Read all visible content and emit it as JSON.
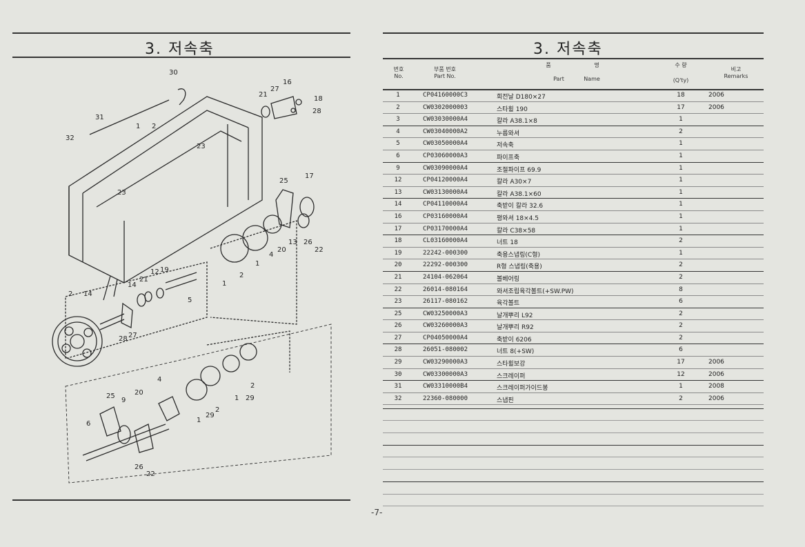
{
  "left": {
    "title": "3. 저속축",
    "callouts": [
      "30",
      "27",
      "16",
      "21",
      "18",
      "28",
      "31",
      "32",
      "1",
      "2",
      "23",
      "25",
      "17",
      "23",
      "20",
      "13",
      "26",
      "22",
      "4",
      "1",
      "2",
      "19",
      "12",
      "21",
      "14",
      "1",
      "5",
      "2",
      "14",
      "28",
      "27",
      "4",
      "25",
      "9",
      "20",
      "6",
      "26",
      "22",
      "1",
      "2",
      "29",
      "1",
      "29",
      "2"
    ]
  },
  "right": {
    "title": "3. 저속축",
    "headers": {
      "no_ko": "번호",
      "no_en": "No.",
      "part_ko": "부품 번호",
      "part_en": "Part  No.",
      "name_ko_1": "품",
      "name_ko_2": "명",
      "part_label": "Part",
      "name_label": "Name",
      "qty_ko": "수  량",
      "qty_en": "(Q'ty)",
      "remarks_ko": "비고",
      "remarks_en": "Remarks"
    },
    "rows": [
      {
        "no": "1",
        "part": "CP04160000C3",
        "name": "회전날 D180×27",
        "qty": "18",
        "remarks": "2006"
      },
      {
        "no": "2",
        "part": "CW0302000003",
        "name": "스타휠 190",
        "qty": "17",
        "remarks": "2006"
      },
      {
        "no": "3",
        "part": "CW03030000A4",
        "name": "칼라 A38.1×8",
        "qty": "1",
        "remarks": ""
      },
      {
        "no": "4",
        "part": "CW03040000A2",
        "name": "누름와셔",
        "qty": "2",
        "remarks": ""
      },
      {
        "no": "5",
        "part": "CW03050000A4",
        "name": "저속축",
        "qty": "1",
        "remarks": ""
      },
      {
        "no": "6",
        "part": "CP03060000A3",
        "name": "파이프축",
        "qty": "1",
        "remarks": ""
      },
      {
        "no": "9",
        "part": "CW03090000A4",
        "name": "조절파이프 69.9",
        "qty": "1",
        "remarks": ""
      },
      {
        "no": "12",
        "part": "CP04120000A4",
        "name": "칼라 A30×7",
        "qty": "1",
        "remarks": ""
      },
      {
        "no": "13",
        "part": "CW03130000A4",
        "name": "칼라 A38.1×60",
        "qty": "1",
        "remarks": ""
      },
      {
        "no": "14",
        "part": "CP04110000A4",
        "name": "축받이 칼라 32.6",
        "qty": "1",
        "remarks": ""
      },
      {
        "no": "16",
        "part": "CP03160000A4",
        "name": "평와셔 18×4.5",
        "qty": "1",
        "remarks": ""
      },
      {
        "no": "17",
        "part": "CP03170000A4",
        "name": "칼라 C38×58",
        "qty": "1",
        "remarks": ""
      },
      {
        "no": "18",
        "part": "CL03160000A4",
        "name": "너트 18",
        "qty": "2",
        "remarks": ""
      },
      {
        "no": "19",
        "part": "22242-000300",
        "name": "축용스냅링(C형)",
        "qty": "1",
        "remarks": ""
      },
      {
        "no": "20",
        "part": "22292-000300",
        "name": "R형 스냅링(축용)",
        "qty": "2",
        "remarks": ""
      },
      {
        "no": "21",
        "part": "24104-062064",
        "name": "볼베어링",
        "qty": "2",
        "remarks": ""
      },
      {
        "no": "22",
        "part": "26014-080164",
        "name": "와셔조립육각볼트(+SW.PW)",
        "qty": "8",
        "remarks": ""
      },
      {
        "no": "23",
        "part": "26117-080162",
        "name": "육각볼트",
        "qty": "6",
        "remarks": ""
      },
      {
        "no": "25",
        "part": "CW03250000A3",
        "name": "날개뿌리 L92",
        "qty": "2",
        "remarks": ""
      },
      {
        "no": "26",
        "part": "CW03260000A3",
        "name": "날개뿌리 R92",
        "qty": "2",
        "remarks": ""
      },
      {
        "no": "27",
        "part": "CP04050000A4",
        "name": "축받이 6206",
        "qty": "2",
        "remarks": ""
      },
      {
        "no": "28",
        "part": "26051-080002",
        "name": "너트 8(+SW)",
        "qty": "6",
        "remarks": ""
      },
      {
        "no": "29",
        "part": "CW03290000A3",
        "name": "스타휠보강",
        "qty": "17",
        "remarks": "2006"
      },
      {
        "no": "30",
        "part": "CW03300000A3",
        "name": "스크레이퍼",
        "qty": "12",
        "remarks": "2006"
      },
      {
        "no": "31",
        "part": "CW03310000B4",
        "name": "스크레이퍼가이드봉",
        "qty": "1",
        "remarks": "2008"
      },
      {
        "no": "32",
        "part": "22360-080000",
        "name": "스냅핀",
        "qty": "2",
        "remarks": "2006"
      }
    ]
  },
  "footer": {
    "page_number": "-7-"
  }
}
